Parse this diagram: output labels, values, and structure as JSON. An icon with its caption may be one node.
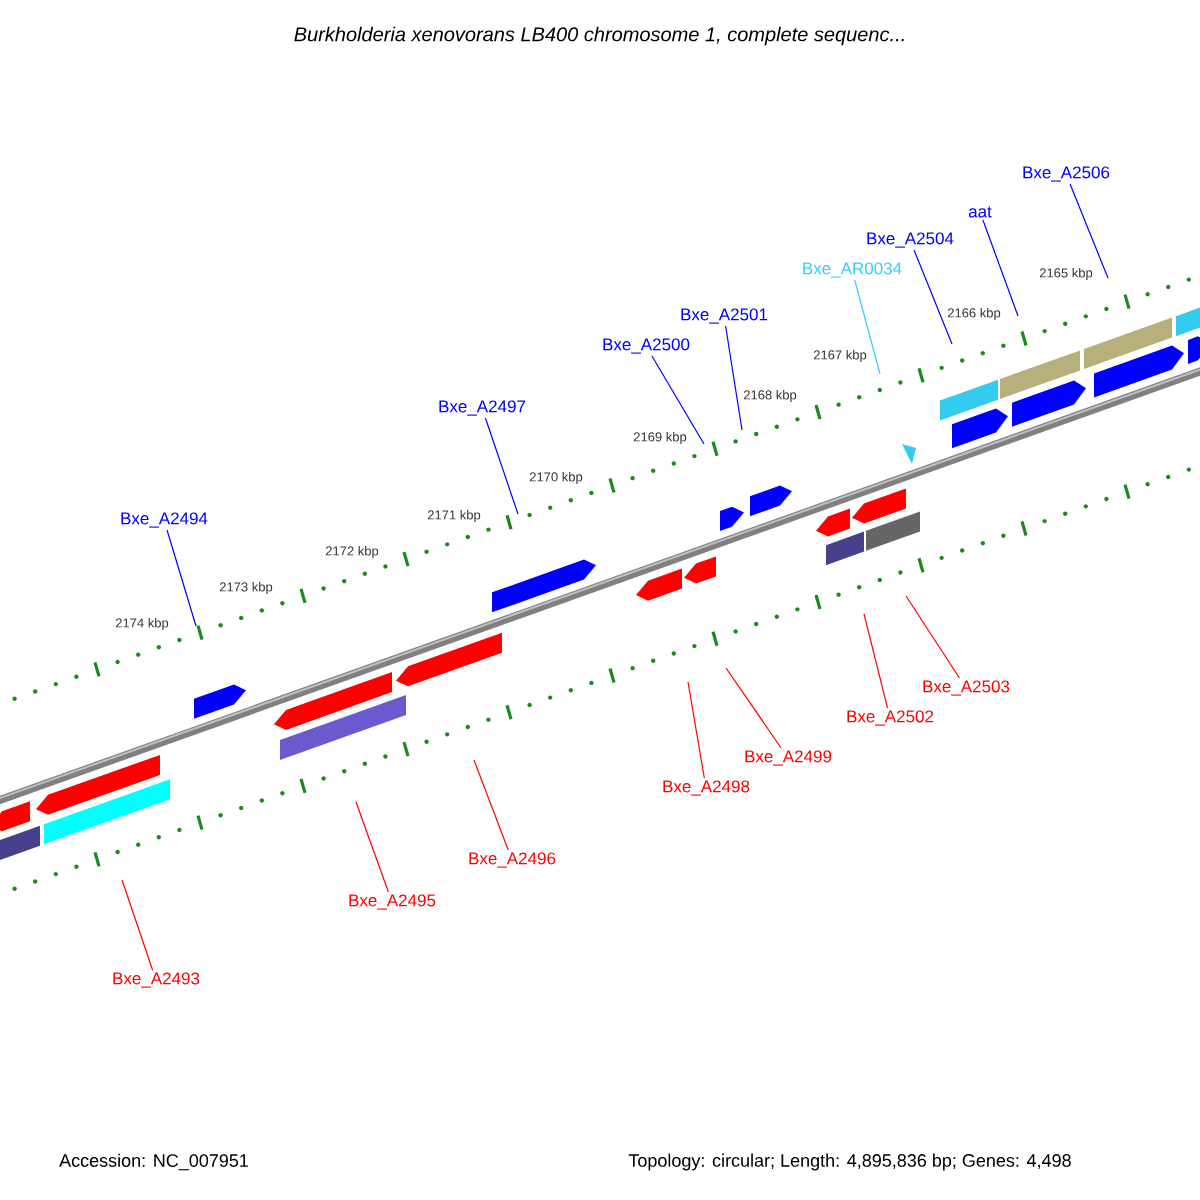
{
  "diagram": {
    "title": "Burkholderia xenovorans LB400 chromosome 1, complete sequenc...",
    "nodes": [
      {
        "text": [
          "Bxe_A2506"
        ]
      },
      {
        "text": [
          "aat"
        ]
      },
      {
        "text": [
          "Bxe_A2504"
        ]
      },
      {
        "text": [
          "Bxe_AR0034"
        ]
      },
      {
        "text": [
          "Bxe_A2501"
        ]
      },
      {
        "text": [
          "Bxe_A2500"
        ]
      },
      {
        "text": [
          "Bxe_A2497"
        ]
      },
      {
        "text": [
          "Bxe_A2494"
        ]
      },
      {
        "text": [
          "Bxe_A2503"
        ]
      },
      {
        "text": [
          "Bxe_A2502"
        ]
      },
      {
        "text": [
          "Bxe_A2499"
        ]
      },
      {
        "text": [
          "Bxe_A2498"
        ]
      },
      {
        "text": [
          "Bxe_A2496"
        ]
      },
      {
        "text": [
          "Bxe_A2495"
        ]
      },
      {
        "text": [
          "Bxe_A2493"
        ]
      }
    ],
    "edges": [
      {
        "from": 0,
        "to": null,
        "arrow": "none",
        "color": "#0000ff"
      },
      {
        "from": 1,
        "to": null,
        "arrow": "none",
        "color": "#0000ff"
      },
      {
        "from": 2,
        "to": null,
        "arrow": "none",
        "color": "#0000ff"
      },
      {
        "from": 3,
        "to": null,
        "arrow": "none",
        "color": "#33ccff"
      },
      {
        "from": 4,
        "to": null,
        "arrow": "none",
        "color": "#0000ff"
      },
      {
        "from": 5,
        "to": null,
        "arrow": "none",
        "color": "#0000ff"
      },
      {
        "from": 6,
        "to": null,
        "arrow": "none",
        "color": "#0000ff"
      },
      {
        "from": 7,
        "to": null,
        "arrow": "none",
        "color": "#0000ff"
      },
      {
        "from": 8,
        "to": null,
        "arrow": "none",
        "color": "#ff0000"
      },
      {
        "from": 9,
        "to": null,
        "arrow": "none",
        "color": "#ff0000"
      },
      {
        "from": 10,
        "to": null,
        "arrow": "none",
        "color": "#ff0000"
      },
      {
        "from": 11,
        "to": null,
        "arrow": "none",
        "color": "#ff0000"
      },
      {
        "from": 12,
        "to": null,
        "arrow": "none",
        "color": "#ff0000"
      },
      {
        "from": 13,
        "to": null,
        "arrow": "none",
        "color": "#ff0000"
      },
      {
        "from": 14,
        "to": null,
        "arrow": "none",
        "color": "#ff0000"
      }
    ],
    "labels": [
      "2165 kbp",
      "2166 kbp",
      "2167 kbp",
      "2168 kbp",
      "2169 kbp",
      "2170 kbp",
      "2171 kbp",
      "2172 kbp",
      "2173 kbp",
      "2174 kbp",
      "Accession: NC_007951",
      "Topology: circular; Length: 4,895,836 bp; Genes: 4,498"
    ]
  }
}
